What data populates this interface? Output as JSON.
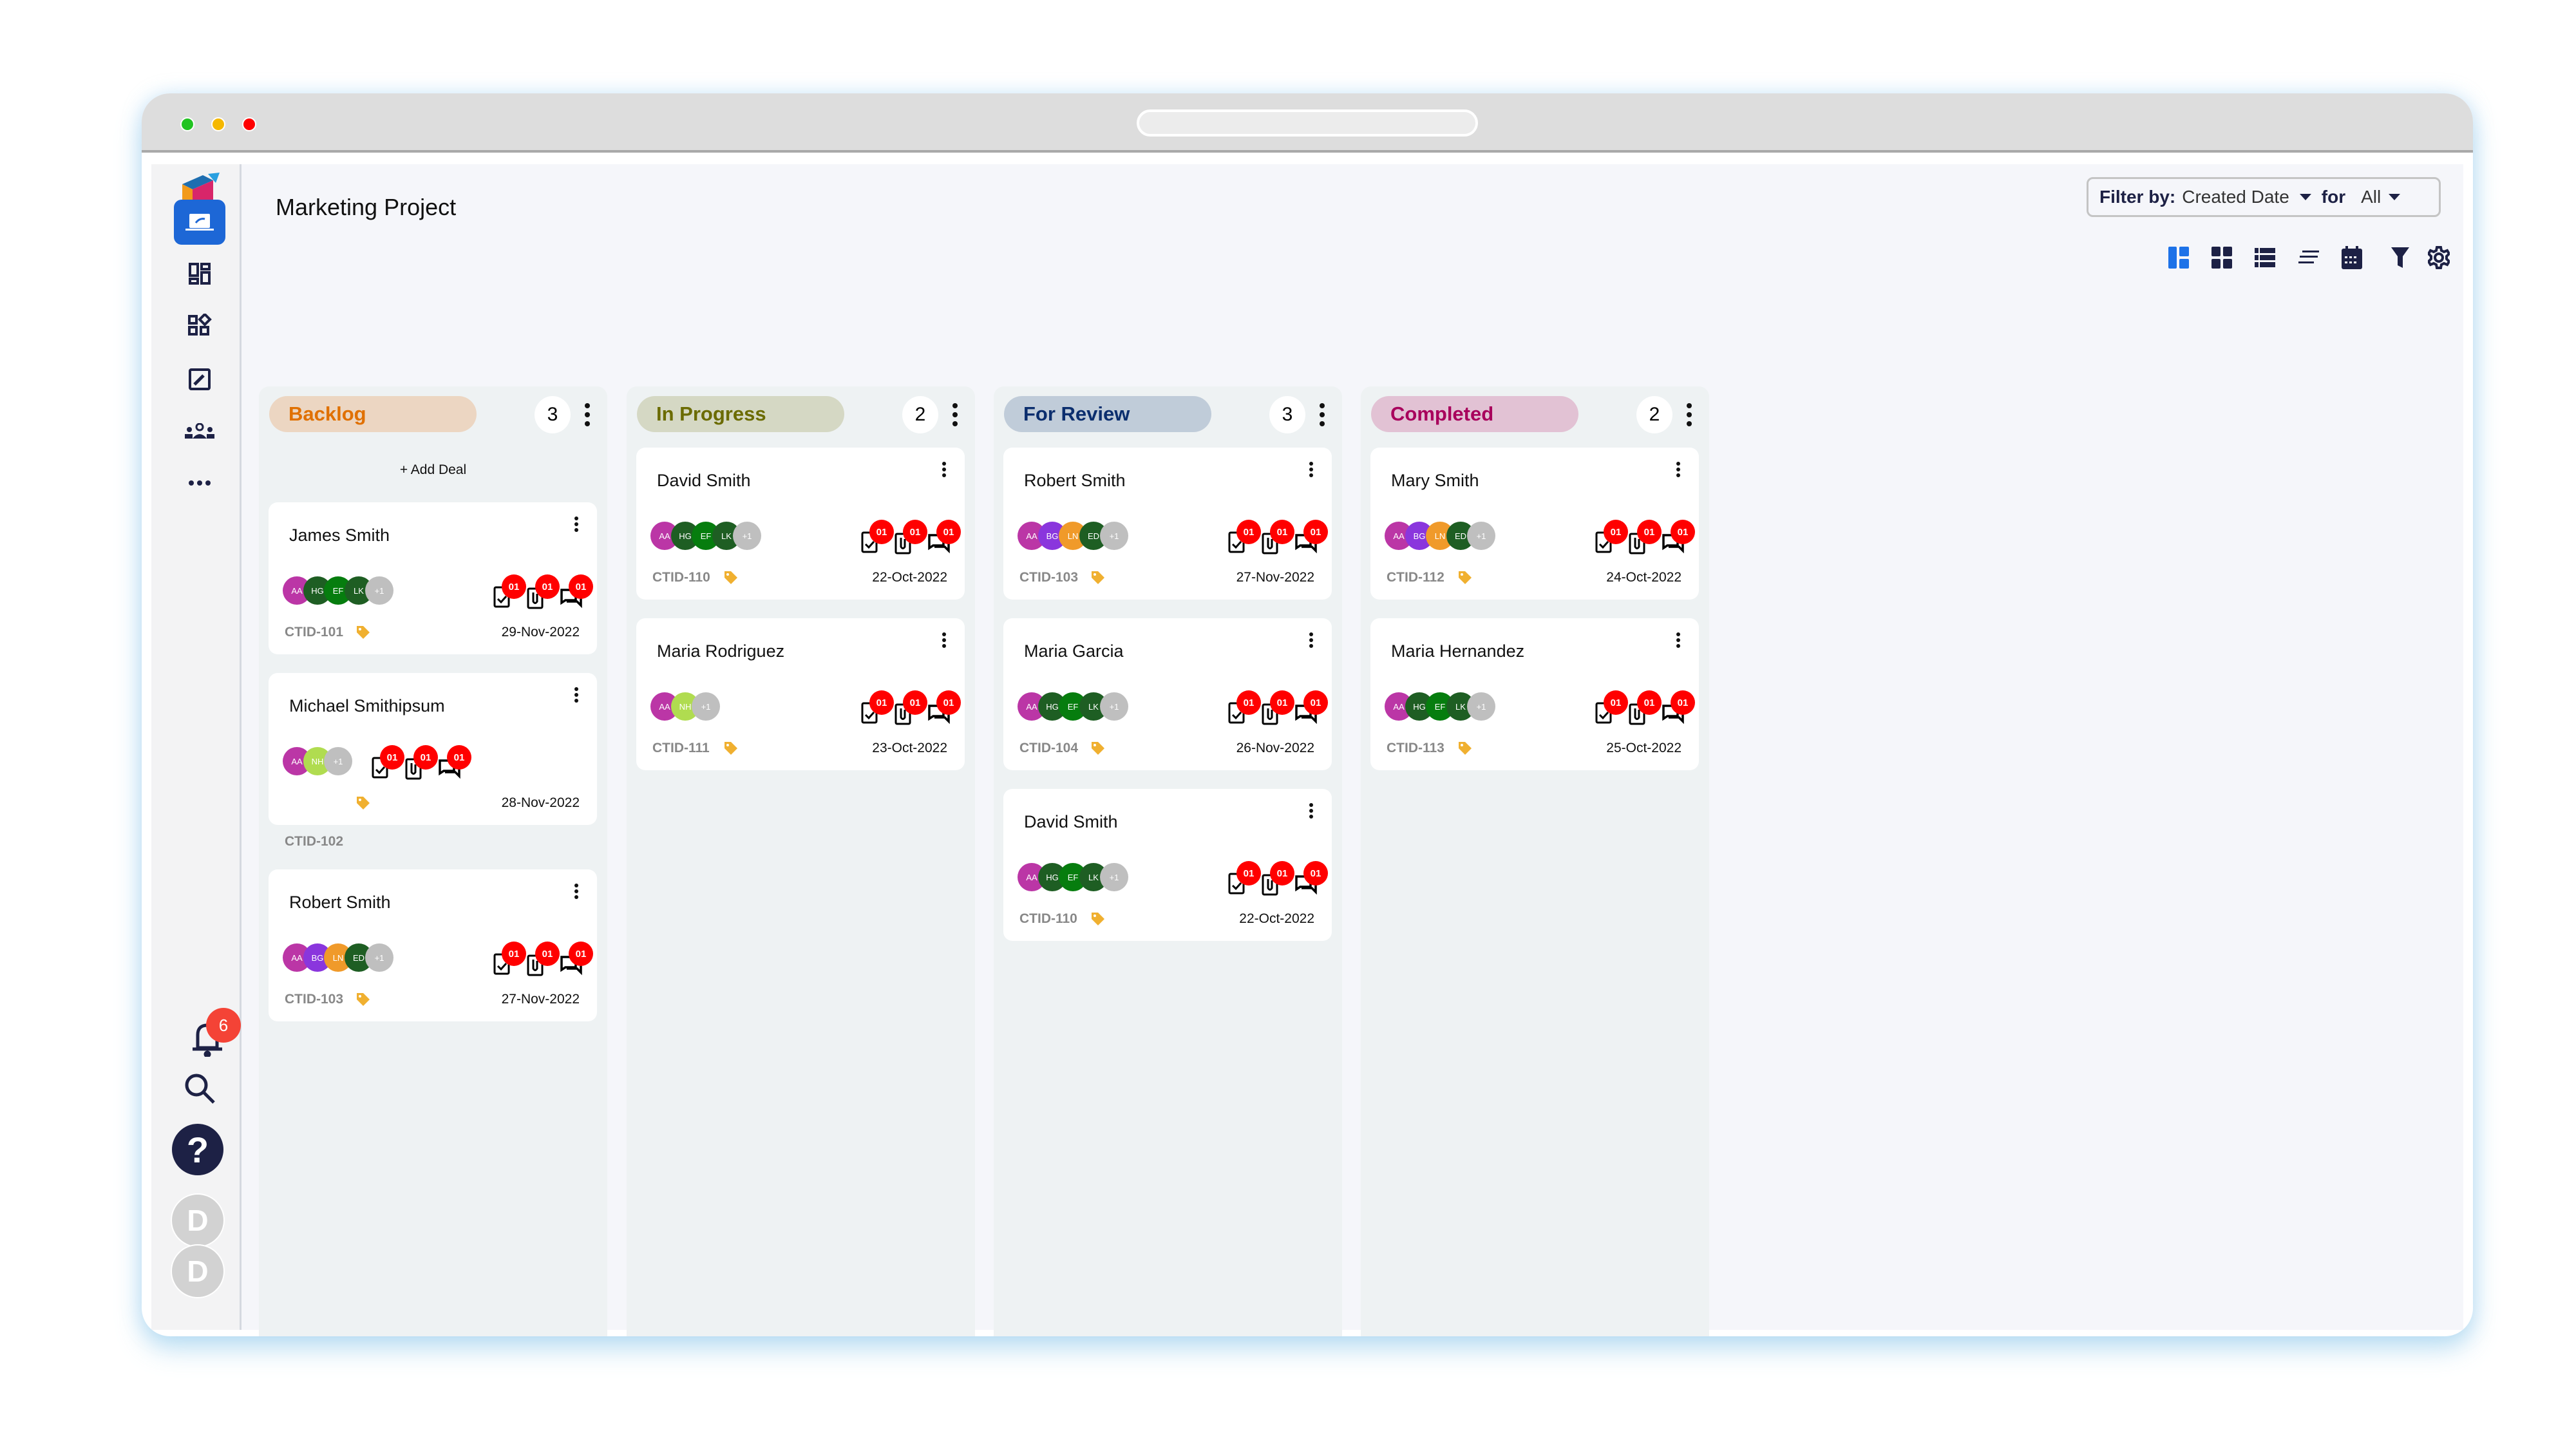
{
  "window": {
    "traffic_lights": [
      "#22c322",
      "#f5b800",
      "#ff0000"
    ]
  },
  "header": {
    "title": "Marketing Project"
  },
  "filter": {
    "label": "Filter by:",
    "field": "Created Date",
    "for_label": "for",
    "scope": "All"
  },
  "toolbar": {
    "icons": [
      "kanban-view-icon",
      "grid-view-icon",
      "list-view-icon",
      "compact-list-icon",
      "calendar-icon",
      "filter-icon",
      "settings-icon"
    ],
    "active": "kanban-view-icon",
    "accent": "#1d72e8"
  },
  "sidebar": {
    "items": [
      "logo",
      "projects-icon",
      "dashboard-icon",
      "apps-icon",
      "tasks-icon",
      "team-icon",
      "more-icon"
    ],
    "notifications": "6",
    "help": "?",
    "users": [
      "D",
      "D"
    ]
  },
  "columns": [
    {
      "title": "Backlog",
      "count": "3",
      "color": "#e07000",
      "bg": "#ecd6c2",
      "add_label": "+ Add Deal",
      "cards": [
        {
          "name": "James Smith",
          "avatars": [
            [
              "AA",
              "#bb36a6"
            ],
            [
              "HG",
              "#1e5e23"
            ],
            [
              "EF",
              "#067d0e"
            ],
            [
              "LK",
              "#1e5e23"
            ],
            [
              "+1",
              "#bfbfbf"
            ]
          ],
          "counts": [
            "01",
            "01",
            "01"
          ],
          "ctid": "CTID-101",
          "date": "29-Nov-2022"
        },
        {
          "name": "Michael Smithipsum",
          "avatars": [
            [
              "AA",
              "#bb36a6"
            ],
            [
              "NH",
              "#b0dc50"
            ],
            [
              "+1",
              "#bfbfbf"
            ]
          ],
          "counts": [
            "01",
            "01",
            "01"
          ],
          "ctid": "CTID-102",
          "date": "28-Nov-2022"
        },
        {
          "name": "Robert Smith",
          "avatars": [
            [
              "AA",
              "#bb36a6"
            ],
            [
              "BG",
              "#8a36dd"
            ],
            [
              "LN",
              "#f09a2a"
            ],
            [
              "ED",
              "#1e5e23"
            ],
            [
              "+1",
              "#bfbfbf"
            ]
          ],
          "counts": [
            "01",
            "01",
            "01"
          ],
          "ctid": "CTID-103",
          "date": "27-Nov-2022"
        }
      ]
    },
    {
      "title": "In Progress",
      "count": "2",
      "color": "#6b6b00",
      "bg": "#d5d8c4",
      "cards": [
        {
          "name": "David Smith",
          "avatars": [
            [
              "AA",
              "#bb36a6"
            ],
            [
              "HG",
              "#1e5e23"
            ],
            [
              "EF",
              "#067d0e"
            ],
            [
              "LK",
              "#1e5e23"
            ],
            [
              "+1",
              "#bfbfbf"
            ]
          ],
          "counts": [
            "01",
            "01",
            "01"
          ],
          "ctid": "CTID-110",
          "date": "22-Oct-2022"
        },
        {
          "name": "Maria Rodriguez",
          "avatars": [
            [
              "AA",
              "#bb36a6"
            ],
            [
              "NH",
              "#b0dc50"
            ],
            [
              "+1",
              "#bfbfbf"
            ]
          ],
          "counts": [
            "01",
            "01",
            "01"
          ],
          "ctid": "CTID-111",
          "date": "23-Oct-2022"
        }
      ]
    },
    {
      "title": "For Review",
      "count": "3",
      "color": "#0b2e6e",
      "bg": "#c0ccd9",
      "cards": [
        {
          "name": "Robert Smith",
          "avatars": [
            [
              "AA",
              "#bb36a6"
            ],
            [
              "BG",
              "#8a36dd"
            ],
            [
              "LN",
              "#f09a2a"
            ],
            [
              "ED",
              "#1e5e23"
            ],
            [
              "+1",
              "#bfbfbf"
            ]
          ],
          "counts": [
            "01",
            "01",
            "01"
          ],
          "ctid": "CTID-103",
          "date": "27-Nov-2022"
        },
        {
          "name": "Maria Garcia",
          "avatars": [
            [
              "AA",
              "#bb36a6"
            ],
            [
              "HG",
              "#1e5e23"
            ],
            [
              "EF",
              "#067d0e"
            ],
            [
              "LK",
              "#1e5e23"
            ],
            [
              "+1",
              "#bfbfbf"
            ]
          ],
          "counts": [
            "01",
            "01",
            "01"
          ],
          "ctid": "CTID-104",
          "date": "26-Nov-2022"
        },
        {
          "name": "David Smith",
          "avatars": [
            [
              "AA",
              "#bb36a6"
            ],
            [
              "HG",
              "#1e5e23"
            ],
            [
              "EF",
              "#067d0e"
            ],
            [
              "LK",
              "#1e5e23"
            ],
            [
              "+1",
              "#bfbfbf"
            ]
          ],
          "counts": [
            "01",
            "01",
            "01"
          ],
          "ctid": "CTID-110",
          "date": "22-Oct-2022"
        }
      ]
    },
    {
      "title": "Completed",
      "count": "2",
      "color": "#a8005c",
      "bg": "#e2c2d4",
      "cards": [
        {
          "name": "Mary Smith",
          "avatars": [
            [
              "AA",
              "#bb36a6"
            ],
            [
              "BG",
              "#8a36dd"
            ],
            [
              "LN",
              "#f09a2a"
            ],
            [
              "ED",
              "#1e5e23"
            ],
            [
              "+1",
              "#bfbfbf"
            ]
          ],
          "counts": [
            "01",
            "01",
            "01"
          ],
          "ctid": "CTID-112",
          "date": "24-Oct-2022"
        },
        {
          "name": "Maria Hernandez",
          "avatars": [
            [
              "AA",
              "#bb36a6"
            ],
            [
              "HG",
              "#1e5e23"
            ],
            [
              "EF",
              "#067d0e"
            ],
            [
              "LK",
              "#1e5e23"
            ],
            [
              "+1",
              "#bfbfbf"
            ]
          ],
          "counts": [
            "01",
            "01",
            "01"
          ],
          "ctid": "CTID-113",
          "date": "25-Oct-2022"
        }
      ]
    }
  ]
}
